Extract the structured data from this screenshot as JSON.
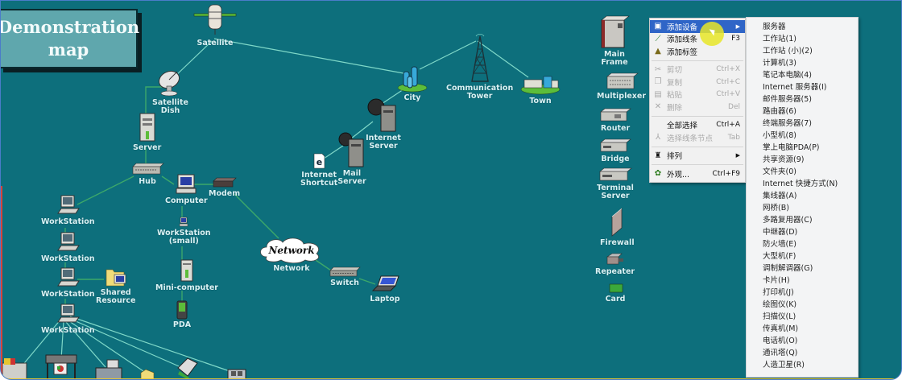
{
  "diagram": {
    "title": "Demonstration\nmap",
    "background_color": "#0d6f7c",
    "link_color": "#7fd8c8",
    "nodes": {
      "satellite": "Satellite",
      "satellite_dish": "Satellite\nDish",
      "server": "Server",
      "hub": "Hub",
      "computer": "Computer",
      "modem": "Modem",
      "workstation_1": "WorkStation",
      "workstation_2": "WorkStation",
      "workstation_3": "WorkStation",
      "workstation_4": "WorkStation",
      "shared_resource": "Shared\nResource",
      "workstation_small": "WorkStation\n(small)",
      "mini_computer": "Mini-computer",
      "pda": "PDA",
      "network_cloud_text": "Network",
      "network": "Network",
      "switch": "Switch",
      "laptop": "Laptop",
      "city": "City",
      "communication_tower": "Communication\nTower",
      "town": "Town",
      "internet_server": "Internet\nServer",
      "mail_server": "Mail\nServer",
      "internet_shortcut": "Internet\nShortcut"
    },
    "palette": [
      {
        "label": "Main\nFrame",
        "icon": "mainframe-icon"
      },
      {
        "label": "Multiplexer",
        "icon": "multiplexer-icon"
      },
      {
        "label": "Router",
        "icon": "router-icon"
      },
      {
        "label": "Bridge",
        "icon": "bridge-icon"
      },
      {
        "label": "Terminal\nServer",
        "icon": "terminal-server-icon"
      },
      {
        "label": "Firewall",
        "icon": "firewall-icon"
      },
      {
        "label": "Repeater",
        "icon": "repeater-icon"
      },
      {
        "label": "Card",
        "icon": "card-icon"
      }
    ],
    "bottom_devices": [
      "printer-icon",
      "plotter-icon",
      "fax-icon",
      "folder-icon",
      "scanner-icon",
      "telephone-icon"
    ]
  },
  "context_menu": {
    "items": [
      {
        "label": "添加设备",
        "shortcut": "",
        "submenu": true,
        "highlighted": true,
        "disabled": false,
        "icon": "add-device-icon"
      },
      {
        "label": "添加线条",
        "shortcut": "F3",
        "submenu": false,
        "highlighted": false,
        "disabled": false,
        "icon": "add-line-icon"
      },
      {
        "label": "添加标签",
        "shortcut": "",
        "submenu": false,
        "highlighted": false,
        "disabled": false,
        "icon": "add-label-icon"
      },
      {
        "sep": true
      },
      {
        "label": "剪切",
        "shortcut": "Ctrl+X",
        "disabled": true,
        "icon": "cut-icon"
      },
      {
        "label": "复制",
        "shortcut": "Ctrl+C",
        "disabled": true,
        "icon": "copy-icon"
      },
      {
        "label": "粘贴",
        "shortcut": "Ctrl+V",
        "disabled": true,
        "icon": "paste-icon"
      },
      {
        "label": "删除",
        "shortcut": "Del",
        "disabled": true,
        "icon": "delete-icon"
      },
      {
        "sep": true
      },
      {
        "label": "全部选择",
        "shortcut": "Ctrl+A",
        "disabled": false,
        "icon": ""
      },
      {
        "label": "选择线条节点",
        "shortcut": "Tab",
        "disabled": true,
        "icon": "select-node-icon"
      },
      {
        "sep": true
      },
      {
        "label": "排列",
        "shortcut": "",
        "submenu": true,
        "disabled": false,
        "icon": "arrange-icon"
      },
      {
        "sep": true
      },
      {
        "label": "外观...",
        "shortcut": "Ctrl+F9",
        "disabled": false,
        "icon": "appearance-icon"
      }
    ]
  },
  "submenu": {
    "items": [
      "服务器",
      "工作站(1)",
      "工作站 (小)(2)",
      "计算机(3)",
      "笔记本电脑(4)",
      "Internet 服务器(I)",
      "邮件服务器(5)",
      "路由器(6)",
      "终端服务器(7)",
      "小型机(8)",
      "掌上电脑PDA(P)",
      "共享资源(9)",
      "文件夹(0)",
      "Internet 快捷方式(N)",
      "集线器(A)",
      "网桥(B)",
      "多路复用器(C)",
      "中继器(D)",
      "防火墙(E)",
      "大型机(F)",
      "调制解调器(G)",
      "卡片(H)",
      "打印机(J)",
      "绘图仪(K)",
      "扫描仪(L)",
      "传真机(M)",
      "电话机(O)",
      "通讯塔(Q)",
      "人造卫星(R)"
    ]
  }
}
